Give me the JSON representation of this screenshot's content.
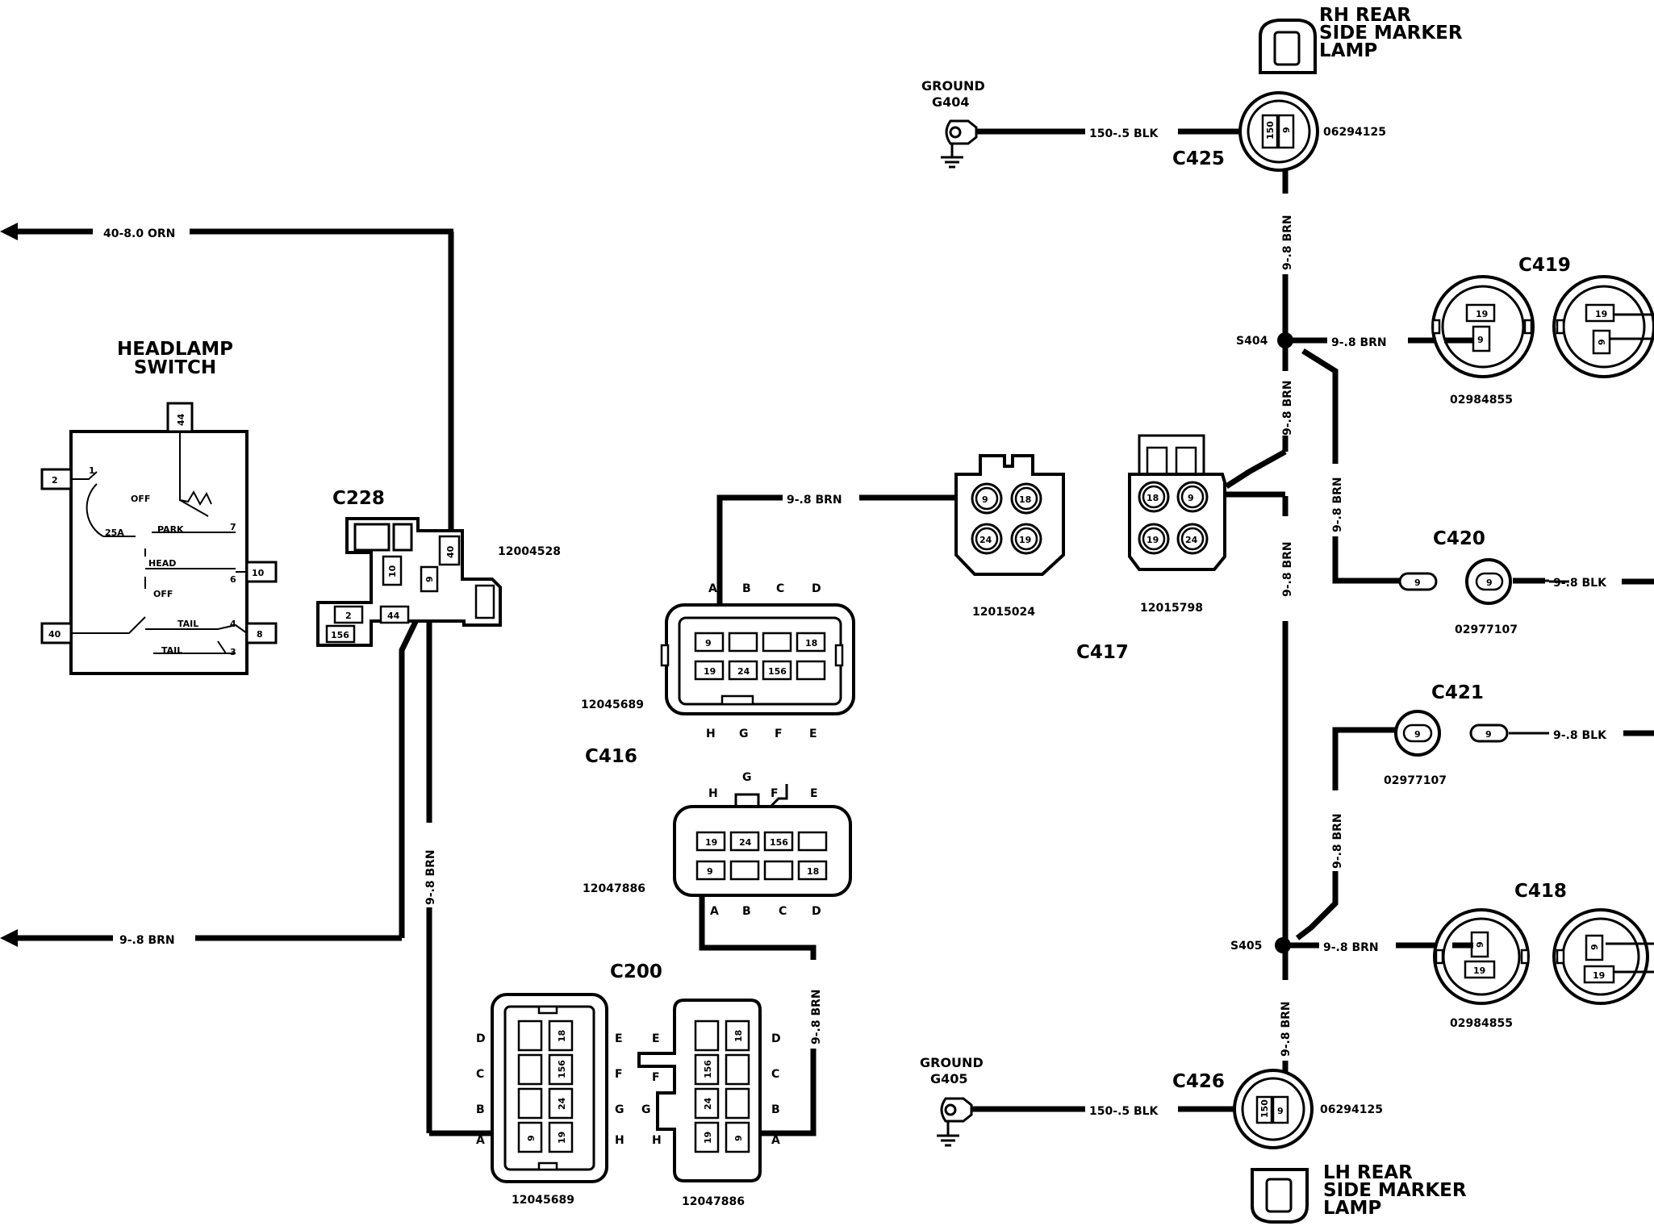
{
  "wires": {
    "w40": "40-8.0 ORN",
    "w9": "9-.8 BRN",
    "w150": "150-.5 BLK",
    "w9blk": "9-.8 BLK"
  },
  "headlamp": {
    "title1": "HEADLAMP",
    "title2": "SWITCH",
    "pins": [
      "44",
      "2",
      "10",
      "8",
      "40"
    ],
    "labels": {
      "off": "OFF",
      "park": "PARK",
      "head": "HEAD",
      "off2": "OFF",
      "tail": "TAIL",
      "tail2": "TAIL",
      "a25": "25A"
    },
    "contacts": [
      "1",
      "7",
      "6",
      "4",
      "3"
    ]
  },
  "c228": {
    "name": "C228",
    "part": "12004528",
    "cells": [
      "40",
      "10",
      "9",
      "2",
      "44",
      "156"
    ]
  },
  "c416": {
    "name": "C416",
    "top_part": "12045689",
    "bottom_part": "12047886",
    "top_letters": [
      "A",
      "B",
      "C",
      "D"
    ],
    "top_bottom_letters": [
      "H",
      "G",
      "F",
      "E"
    ],
    "top_cells": [
      "9",
      "18",
      "19",
      "24",
      "156"
    ],
    "bot_top_letters": [
      "H",
      "G",
      "F",
      "E"
    ],
    "bot_bottom_letters": [
      "A",
      "B",
      "C",
      "D"
    ],
    "bot_cells": [
      "19",
      "24",
      "156",
      "9",
      "18"
    ]
  },
  "c417": {
    "name": "C417",
    "left_part": "12015024",
    "right_part": "12015798",
    "pins": [
      "9",
      "18",
      "24",
      "19"
    ]
  },
  "c200": {
    "name": "C200",
    "left_part": "12045689",
    "right_part": "12047886",
    "left_letters": [
      "D",
      "C",
      "B",
      "A"
    ],
    "mid_left_letters": [
      "E",
      "F",
      "G",
      "H"
    ],
    "mid_right_letters": [
      "E",
      "F",
      "G",
      "H"
    ],
    "right_letters": [
      "D",
      "C",
      "B",
      "A"
    ],
    "cells": [
      "18",
      "156",
      "24",
      "19",
      "9"
    ]
  },
  "ground_top": {
    "label1": "GROUND",
    "label2": "G404"
  },
  "ground_bot": {
    "label1": "GROUND",
    "label2": "G405"
  },
  "c425": {
    "name": "C425",
    "part": "06294125",
    "pins": [
      "150",
      "9"
    ]
  },
  "c426": {
    "name": "C426",
    "part": "06294125",
    "pins": [
      "150",
      "9"
    ]
  },
  "rh_lamp": {
    "l1": "RH REAR",
    "l2": "SIDE MARKER",
    "l3": "LAMP"
  },
  "lh_lamp": {
    "l1": "LH REAR",
    "l2": "SIDE MARKER",
    "l3": "LAMP"
  },
  "s404": "S404",
  "s405": "S405",
  "c419": {
    "name": "C419",
    "part": "02984855",
    "pins": [
      "19",
      "9"
    ]
  },
  "c418": {
    "name": "C418",
    "part": "02984855",
    "pins": [
      "9",
      "19"
    ]
  },
  "c420": {
    "name": "C420",
    "part": "02977107",
    "pin": "9"
  },
  "c421": {
    "name": "C421",
    "part": "02977107",
    "pin": "9"
  }
}
